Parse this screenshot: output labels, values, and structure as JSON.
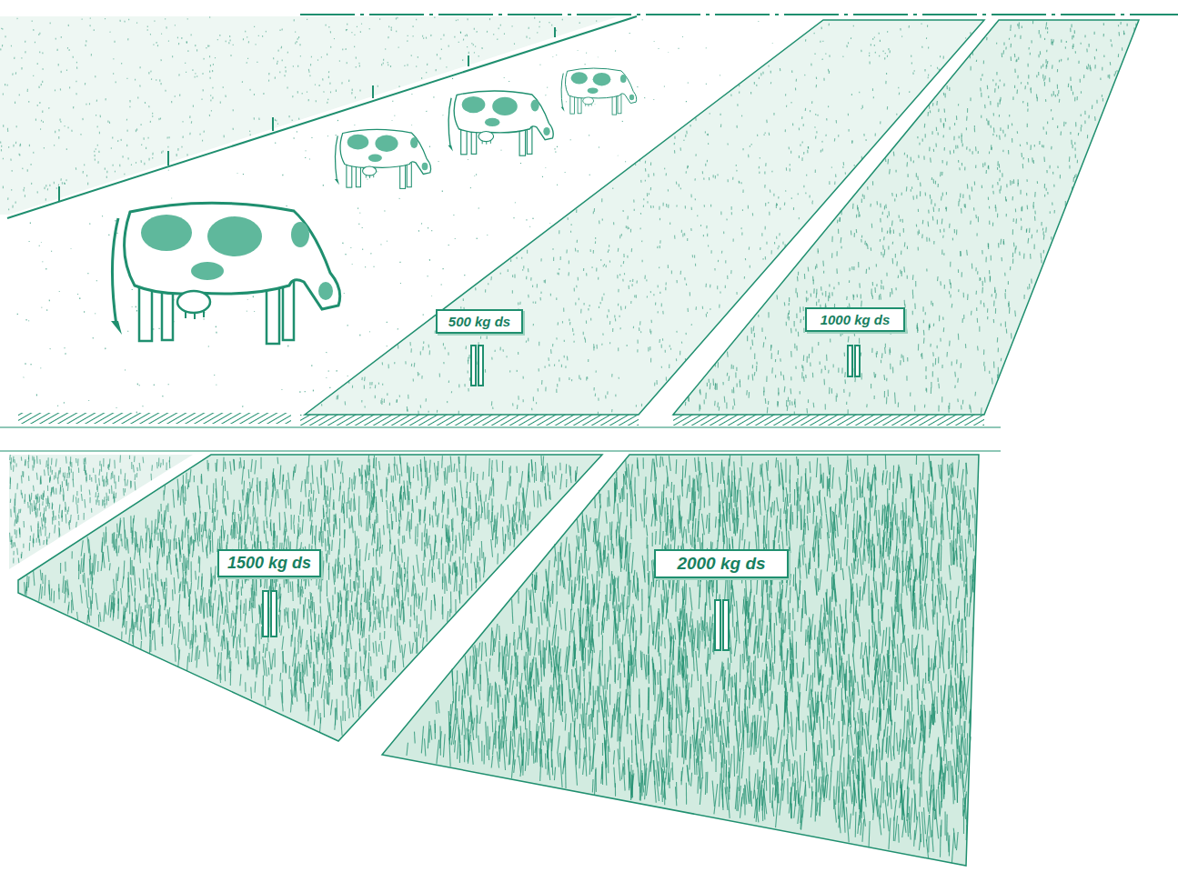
{
  "diagram": {
    "nodes": [
      {
        "text": [
          "500 kg ds"
        ]
      },
      {
        "text": [
          "1000 kg ds"
        ]
      },
      {
        "text": [
          "1500 kg ds"
        ]
      },
      {
        "text": [
          "2000 kg ds"
        ]
      }
    ]
  }
}
